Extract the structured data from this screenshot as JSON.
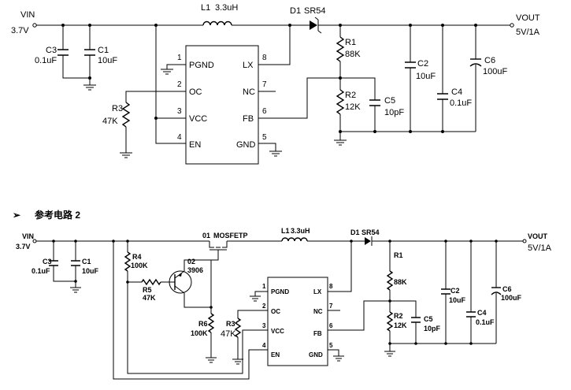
{
  "circuit1": {
    "vin_label": "VIN",
    "vin_value": "3.7V",
    "c3_name": "C3",
    "c3_value": "0.1uF",
    "c1_name": "C1",
    "c1_value": "10uF",
    "l1_label": "L1",
    "l1_value": "3.3uH",
    "d1_label": "D1",
    "d1_value": "SR54",
    "vout_label": "VOUT",
    "vout_value": "5V/1A",
    "r3_name": "R3",
    "r3_value": "47K",
    "r1_name": "R1",
    "r1_value": "88K",
    "r2_name": "R2",
    "r2_value": "12K",
    "c5_name": "C5",
    "c5_value": "10pF",
    "c2_name": "C2",
    "c2_value": "10uF",
    "c4_name": "C4",
    "c4_value": "0.1uF",
    "c6_name": "C6",
    "c6_value": "100uF",
    "ic": {
      "pins": [
        {
          "num": "1",
          "name": "PGND"
        },
        {
          "num": "2",
          "name": "OC"
        },
        {
          "num": "3",
          "name": "VCC"
        },
        {
          "num": "4",
          "name": "EN"
        },
        {
          "num": "8",
          "name": "LX"
        },
        {
          "num": "7",
          "name": "NC"
        },
        {
          "num": "6",
          "name": "FB"
        },
        {
          "num": "5",
          "name": "GND"
        }
      ]
    }
  },
  "section2": {
    "bullet": "➢",
    "title": "参考电路 2"
  },
  "circuit2": {
    "vin_label": "VIN",
    "vin_value": "3.7V",
    "c3_name": "C3",
    "c3_value": "0.1uF",
    "c1_name": "C1",
    "c1_value": "10uF",
    "q1_label": "01",
    "q1_value": "MOSFETP",
    "l1_label": "L1",
    "l1_value": "3.3uH",
    "d1_label": "D1",
    "d1_value": "SR54",
    "vout_label": "VOUT",
    "vout_value": "5V/1A",
    "r4_name": "R4",
    "r4_value": "100K",
    "q2_name": "02",
    "q2_value": "3906",
    "r5_name": "R5",
    "r5_value": "47K",
    "r6_name": "R6",
    "r6_value": "100K",
    "r3_name": "R3",
    "r3_value": "47K",
    "r1_name": "R1",
    "r1_value": "88K",
    "r2_name": "R2",
    "r2_value": "12K",
    "c5_name": "C5",
    "c5_value": "10pF",
    "c2_name": "C2",
    "c2_value": "10uF",
    "c4_name": "C4",
    "c4_value": "0.1uF",
    "c6_name": "C6",
    "c6_value": "100uF",
    "ic": {
      "pins": [
        {
          "num": "1",
          "name": "PGND"
        },
        {
          "num": "2",
          "name": "OC"
        },
        {
          "num": "3",
          "name": "VCC"
        },
        {
          "num": "4",
          "name": "EN"
        },
        {
          "num": "8",
          "name": "LX"
        },
        {
          "num": "7",
          "name": "NC"
        },
        {
          "num": "6",
          "name": "FB"
        },
        {
          "num": "5",
          "name": "GND"
        }
      ]
    }
  }
}
